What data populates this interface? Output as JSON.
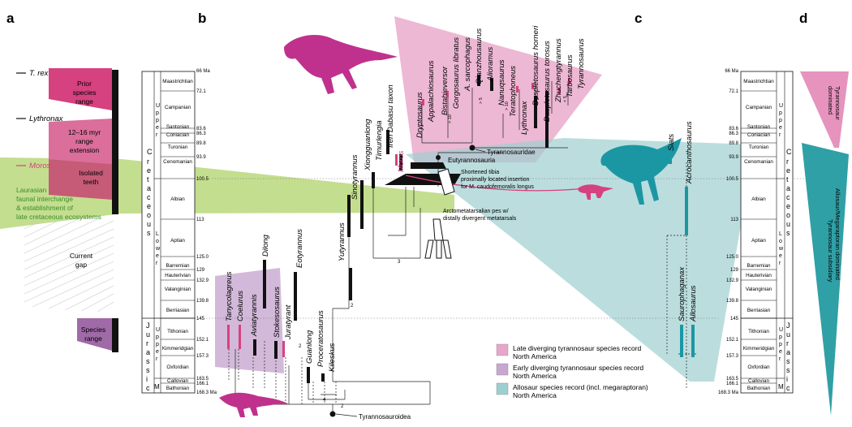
{
  "panels": {
    "a": "a",
    "b": "b",
    "c": "c",
    "d": "d"
  },
  "panel_a": {
    "markers": {
      "trex": "T. rex",
      "lythronax": "Lythronax",
      "moros": "Moros"
    },
    "boxes": {
      "prior": [
        "Prior",
        "species",
        "range"
      ],
      "extension": [
        "12–16 myr",
        "range",
        "extension"
      ],
      "isolated": [
        "Isolated",
        "teeth"
      ],
      "gap": [
        "Current",
        "gap"
      ],
      "species": [
        "Species",
        "range"
      ]
    },
    "laurasian": [
      "Laurasian",
      "faunal interchange",
      "& establishment of",
      "late cretaceous ecosystems"
    ]
  },
  "timescale_b": {
    "top_label": "66 Ma",
    "bottom_label": "168.3 Ma",
    "stages": [
      "Maastrichtian",
      "Campanian",
      "Santonian",
      "Coniacian",
      "Turonian",
      "Cenomanian",
      "Albian",
      "Aptian",
      "Barremian",
      "Hauterivian",
      "Valanginian",
      "Berriasian",
      "Tithonian",
      "Kimmeridgian",
      "Oxfordian",
      "Callovian",
      "Bathonian"
    ],
    "ages": [
      "72.1",
      "83.6",
      "86.3",
      "89.8",
      "93.9",
      "100.5",
      "113",
      "125.0",
      "129",
      "132.9",
      "139.8",
      "145",
      "152.1",
      "157.3",
      "163.5",
      "166.1"
    ],
    "periods": {
      "cretaceous": "Cretaceous",
      "jurassic": "Jurassic",
      "upper": "Upper",
      "lower": "Lower",
      "middle": "M"
    }
  },
  "taxa": {
    "late": [
      "Dryptosaurus",
      "Appalachiosaurus",
      "Bistahieversor",
      "Gorgosaurus libratus",
      "A. sarcophagus",
      "Qianzhousaurus",
      "Alioramus",
      "Nanuqsaurus",
      "Teratophoneus",
      "Lythronax",
      "Daspletosaurus horneri",
      "Daspletosaurus torosus",
      "Zhuchengtyrannus",
      "Tarbosaurus",
      "Tyrannosaurus"
    ],
    "mid": [
      "Xiongguanlong",
      "Timurlengia",
      "Iren Dabasu taxon",
      "Moros",
      "Sinotyrannus",
      "Yutyrannus"
    ],
    "early": [
      "Tanycolagreus",
      "Coelurus",
      "Aviatyrannis",
      "Dilong",
      "Stokesosaurus",
      "Eotyrannus",
      "Juratyrant",
      "Guanlong",
      "Proceratosaurus",
      "Kileskus"
    ]
  },
  "clades": {
    "tyrannosauridae": "Tyrannosauridae",
    "eutyrannosauria": "Eutyrannosauria",
    "tyrannosauroidea": "Tyrannosauroidea"
  },
  "notes": {
    "tibia": [
      "Shortened tibia",
      "proximally located insertion",
      "for M. caudofemoralis longus"
    ],
    "pes": [
      "Arctometatarsalian pes w/",
      "distally divergent metatarsals"
    ]
  },
  "node_numbers": [
    "2",
    "3",
    "2",
    "4",
    "2"
  ],
  "range_marks": [
    "> 10",
    "> 5",
    "> 10",
    "> 5",
    "< 5"
  ],
  "legend": [
    {
      "label": [
        "Late diverging tyrannosaur species record",
        "North America"
      ],
      "color": "#e9a6c9"
    },
    {
      "label": [
        "Early diverging tyrannosaur species record",
        "North America"
      ],
      "color": "#c7a7cf"
    },
    {
      "label": [
        "Allosaur species record (incl. megaraptoran)",
        "North America"
      ],
      "color": "#9ecfd0"
    }
  ],
  "taxa_c": [
    "Siats",
    "Acrocanthosaurus",
    "Saurophaganax",
    "Allosaurus"
  ],
  "timescale_c": {
    "top_label": "66 Ma",
    "bottom_label": "168.3 Ma",
    "ages": [
      "72.1",
      "83.6",
      "86.3",
      "89.8",
      "93.9",
      "100.5",
      "113",
      "125.0",
      "129",
      "132.9",
      "139.8",
      "145",
      "152.1",
      "157.3",
      "163.5",
      "166.1"
    ]
  },
  "panel_d": {
    "tyranno": [
      "Tyrannosaur",
      "dominated"
    ],
    "allo": [
      "Allosaur/Megaraptoran dominated",
      "Tyrannosaur subsidiary"
    ]
  },
  "colors": {
    "magenta": "#d6417f",
    "pink": "#e9a6c9",
    "purple": "#c7a7cf",
    "teal": "#35a3a8",
    "tealfill": "#9ecfd0",
    "green": "#b9d87a",
    "darkred": "#c65b78"
  }
}
